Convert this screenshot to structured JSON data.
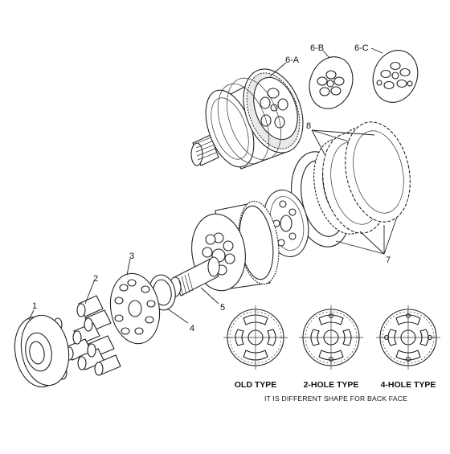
{
  "callouts": {
    "c1": "1",
    "c2": "2",
    "c3": "3",
    "c4": "4",
    "c5": "5",
    "c6a": "6-A",
    "c6b": "6-B",
    "c6c": "6-C",
    "c7": "7",
    "c8": "8"
  },
  "types": {
    "old": "OLD TYPE",
    "two_hole": "2-HOLE TYPE",
    "four_hole": "4-HOLE TYPE"
  },
  "note": "IT IS DIFFERENT SHAPE FOR BACK FACE"
}
